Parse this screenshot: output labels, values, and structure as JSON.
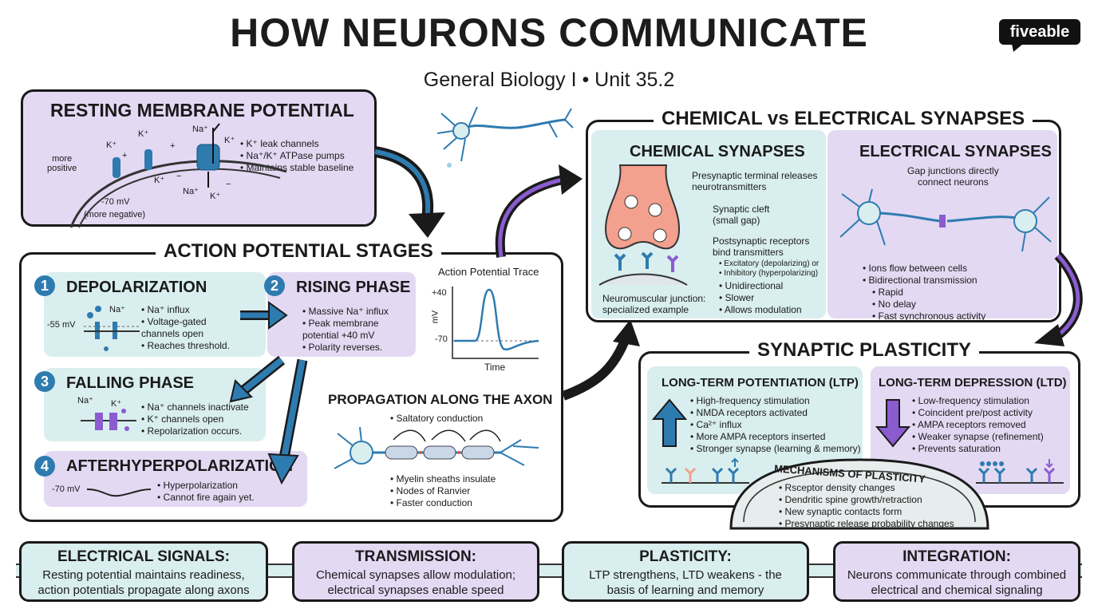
{
  "header": {
    "title": "HOW NEURONS COMMUNICATE",
    "subtitle": "General Biology I • Unit 35.2",
    "logo": "fiveable"
  },
  "resting": {
    "title": "RESTING MEMBRANE POTENTIAL",
    "bullets": [
      "K⁺ leak channels",
      "Na⁺/K⁺ ATPase pumps",
      "Maintains stable baseline"
    ],
    "more_positive": "more\npositive",
    "voltage": "-70 mV",
    "more_negative": "(more negative)",
    "ion_k": "K⁺",
    "ion_na": "Na⁺",
    "plus": "+",
    "minus": "−"
  },
  "ap": {
    "title": "ACTION POTENTIAL STAGES",
    "stages": [
      {
        "num": "1",
        "name": "DEPOLARIZATION",
        "bullets": [
          "Na⁺ influx",
          "Voltage-gated channels open",
          "Reaches threshold."
        ],
        "label": "-55 mV",
        "ion": "Na⁺"
      },
      {
        "num": "2",
        "name": "RISING PHASE",
        "bullets": [
          "Massive Na⁺ influx",
          "Peak membrane potential +40 mV",
          "Polarity reverses."
        ]
      },
      {
        "num": "3",
        "name": "FALLING PHASE",
        "bullets": [
          "Na⁺ channels inactivate",
          "K⁺ channels open",
          "Repolarization occurs."
        ],
        "ion1": "Na⁺",
        "ion2": "K⁺"
      },
      {
        "num": "4",
        "name": "AFTERHYPERPOLARIZATION",
        "bullets": [
          "Hyperpolarization",
          "Cannot fire again yet."
        ],
        "label": "-70 mV"
      }
    ],
    "trace": {
      "title": "Action Potential Trace",
      "y_top": "+40",
      "y_bottom": "-70",
      "ylabel": "mV",
      "xlabel": "Time"
    },
    "propagation": {
      "title": "PROPAGATION ALONG THE AXON",
      "top_bullet": "Saltatory conduction",
      "bullets": [
        "Myelin sheaths insulate",
        "Nodes of Ranvier",
        "Faster conduction"
      ]
    }
  },
  "synapses": {
    "title": "CHEMICAL vs ELECTRICAL SYNAPSES",
    "chemical": {
      "title": "CHEMICAL SYNAPSES",
      "label1": "Presynaptic terminal releases\nneurotransmitters",
      "label2": "Synaptic cleft\n(small gap)",
      "label3": "Postsynaptic receptors\nbind transmitters",
      "sub_bullets": [
        "Excitatory (depolarizing) or",
        "Inhibitory (hyperpolarizing)"
      ],
      "bullets": [
        "Unidirectional",
        "Slower",
        "Allows modulation"
      ],
      "nmj": "Neuromuscular junction:\nspecialized example"
    },
    "electrical": {
      "title": "ELECTRICAL SYNAPSES",
      "gap": "Gap junctions directly\nconnect neurons",
      "bullets": [
        "Ions flow between cells",
        "Bidirectional transmission"
      ],
      "sub_bullets": [
        "Rapid",
        "No delay",
        "Fast synchronous activity"
      ]
    }
  },
  "plasticity": {
    "title": "SYNAPTIC PLASTICITY",
    "ltp": {
      "title": "LONG-TERM POTENTIATION (LTP)",
      "bullets": [
        "High-frequency stimulation",
        "NMDA receptors activated",
        "Ca²⁺ influx",
        "More AMPA receptors inserted",
        "Stronger synapse (learning & memory)"
      ]
    },
    "ltd": {
      "title": "LONG-TERM DEPRESSION (LTD)",
      "bullets": [
        "Low-frequency stimulation",
        "Coincident pre/post activity",
        "AMPA receptors removed",
        "Weaker synapse (refinement)",
        "Prevents saturation"
      ]
    },
    "mechanisms": {
      "title": "MECHANISMS OF PLASTICITY",
      "bullets": [
        "Rsceptor density changes",
        "Dendritic spine growth/retraction",
        "New synaptic contacts form",
        "Presynaptic release probability changes"
      ]
    }
  },
  "summary": [
    {
      "title": "ELECTRICAL SIGNALS:",
      "text": "Resting potential maintains readiness,\naction potentials propagate along axons"
    },
    {
      "title": "TRANSMISSION:",
      "text": "Chemical synapses allow modulation;\nelectrical synapses enable speed"
    },
    {
      "title": "PLASTICITY:",
      "text": "LTP strengthens, LTD weakens - the\nbasis of learning and memory"
    },
    {
      "title": "INTEGRATION:",
      "text": "Neurons communicate through combined\nelectrical and chemical signaling"
    }
  ],
  "colors": {
    "purple": "#e3d9f3",
    "teal": "#d9eeee",
    "blue": "#2e7bb0",
    "accent_purple": "#8b5ccf",
    "pink": "#f4a08e"
  }
}
